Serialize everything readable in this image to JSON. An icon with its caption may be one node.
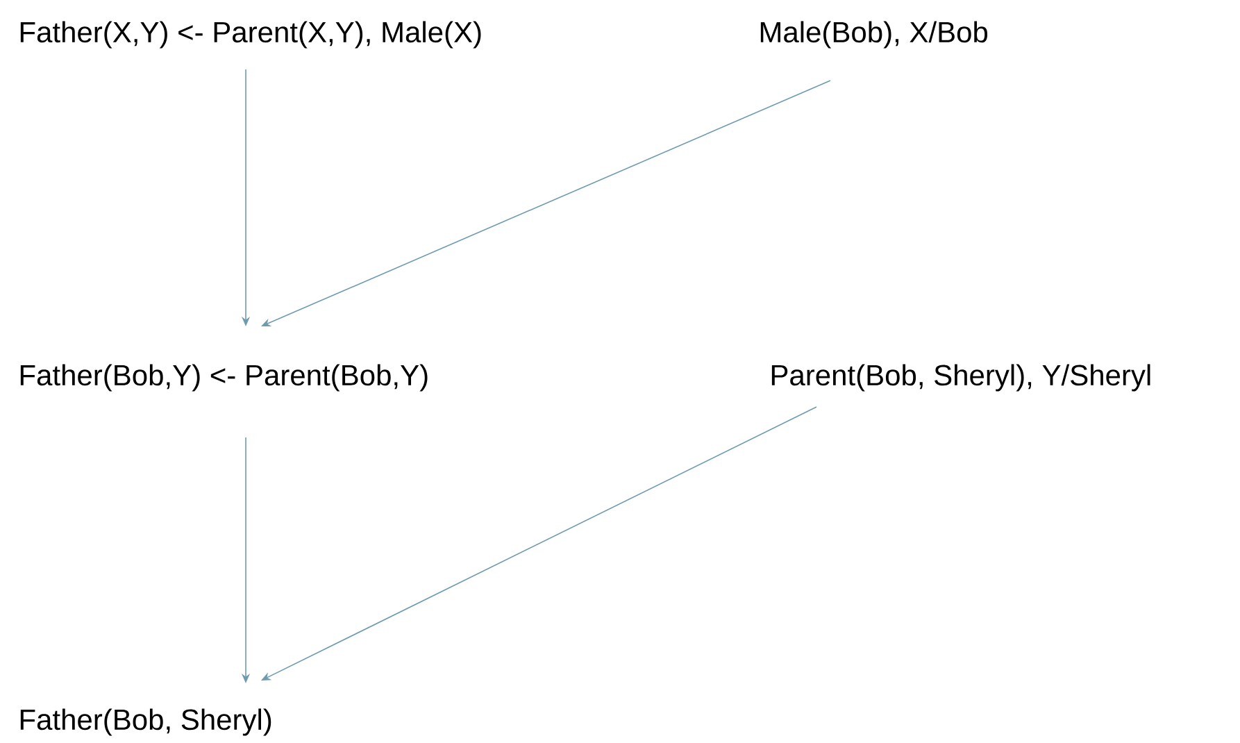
{
  "diagram": {
    "nodes": [
      {
        "text": [
          "Father(X,Y) <- Parent(X,Y), Male(X)"
        ]
      },
      {
        "text": [
          "Male(Bob), X/Bob"
        ]
      },
      {
        "text": [
          "Father(Bob,Y) <- Parent(Bob,Y)"
        ]
      },
      {
        "text": [
          "Parent(Bob, Sheryl), Y/Sheryl"
        ]
      },
      {
        "text": [
          "Father(Bob, Sheryl)"
        ]
      }
    ],
    "edges": [
      {
        "from": 0,
        "to": 2,
        "arrow": "to"
      },
      {
        "from": 1,
        "to": 2,
        "arrow": "to"
      },
      {
        "from": 2,
        "to": 4,
        "arrow": "to"
      },
      {
        "from": 3,
        "to": 4,
        "arrow": "to"
      }
    ]
  }
}
